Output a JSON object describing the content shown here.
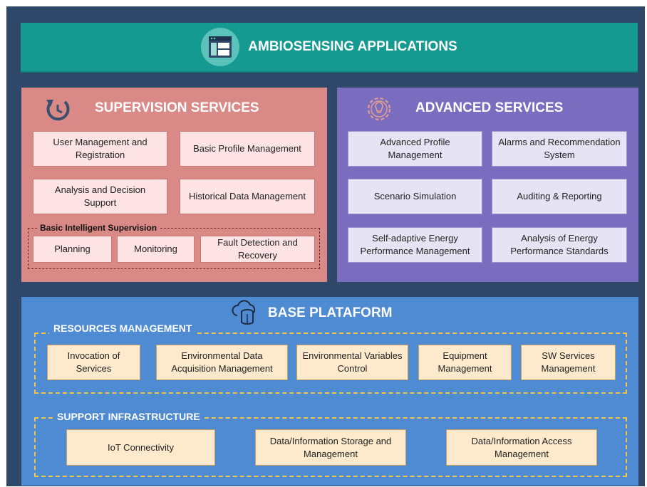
{
  "applications": {
    "title": "AMBIOSENSING APPLICATIONS",
    "icon": "dashboard-icon"
  },
  "supervision": {
    "title": "SUPERVISION SERVICES",
    "icon": "refresh-cycle-icon",
    "services": [
      "User Management and Registration",
      "Basic Profile Management",
      "Analysis and Decision Support",
      "Historical Data Management"
    ],
    "intelligent": {
      "label": "Basic Intelligent Supervision",
      "items": [
        "Planning",
        "Monitoring",
        "Fault Detection and Recovery"
      ]
    }
  },
  "advanced": {
    "title": "ADVANCED SERVICES",
    "icon": "gear-lightbulb-icon",
    "services": [
      "Advanced Profile Management",
      "Alarms and Recommendation System",
      "Scenario Simulation",
      "Auditing & Reporting",
      "Self-adaptive Energy Performance Management",
      "Analysis of Energy Performance Standards"
    ]
  },
  "base": {
    "title": "BASE PLATAFORM",
    "icon": "cloud-database-icon",
    "resources": {
      "label": "RESOURCES MANAGEMENT",
      "items": [
        "Invocation of Services",
        "Environmental Data Acquisition Management",
        "Environmental Variables Control",
        "Equipment Management",
        "SW Services Management"
      ]
    },
    "infrastructure": {
      "label": "SUPPORT INFRASTRUCTURE",
      "items": [
        "IoT Connectivity",
        "Data/Information Storage and Management",
        "Data/Information Access Management"
      ]
    }
  },
  "colors": {
    "background": "#2f4768",
    "applications": "#149a91",
    "supervision": "#d98a87",
    "advanced": "#7a6dbf",
    "base": "#4f8bd2",
    "dashed_yellow": "#f3c24b"
  }
}
